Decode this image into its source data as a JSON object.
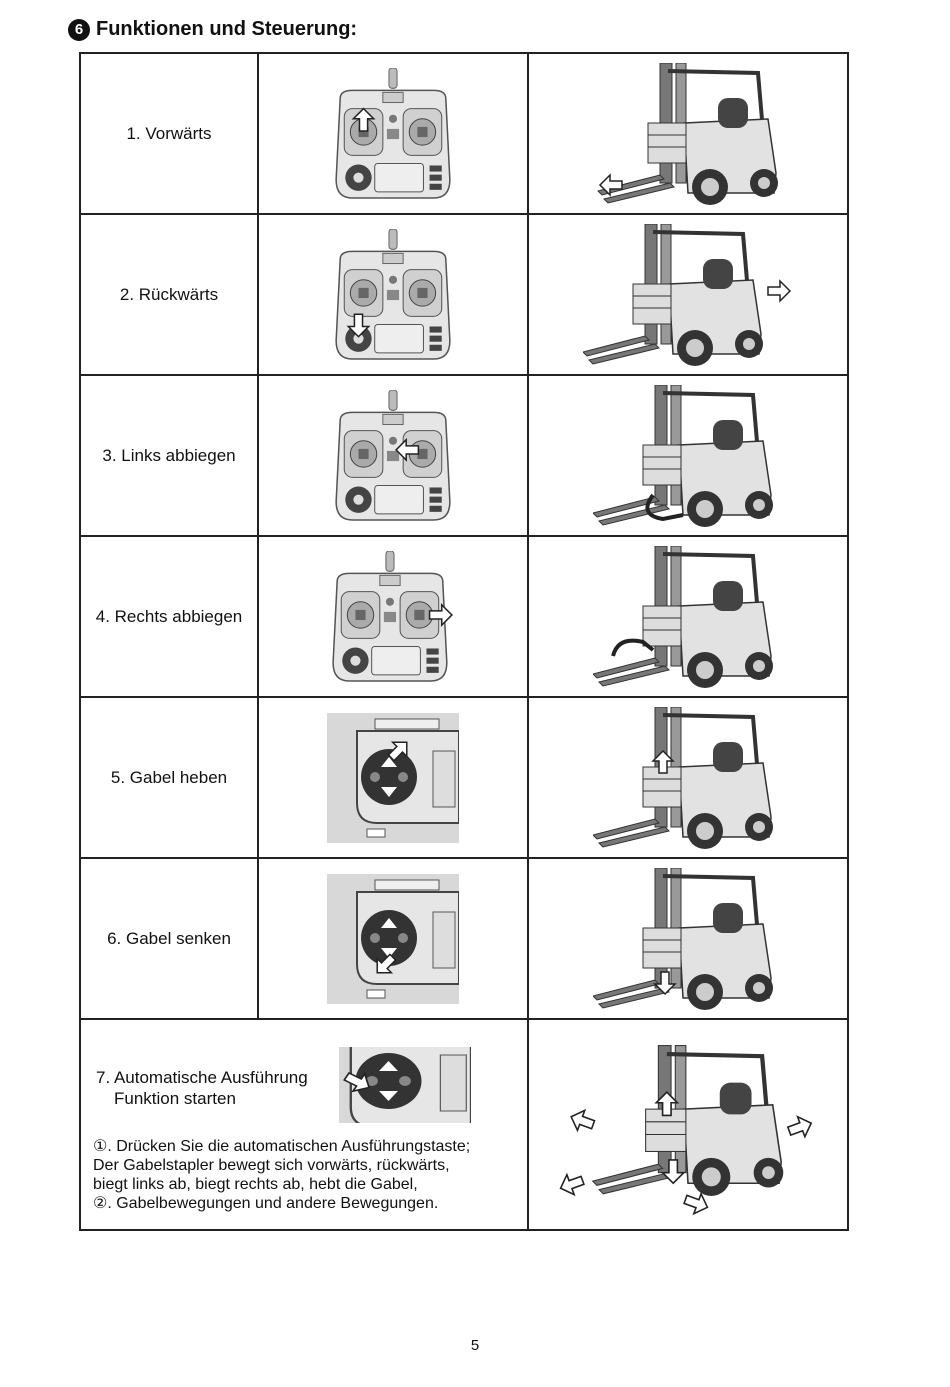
{
  "section": {
    "number": "6",
    "title": "Funktionen und Steuerung:"
  },
  "rows": [
    {
      "label": "1. Vorwärts",
      "remote_arrow": "up-icon",
      "forklift_arrow": "left-icon"
    },
    {
      "label": "2. Rückwärts",
      "remote_arrow": "down-icon",
      "forklift_arrow": "right-icon"
    },
    {
      "label": "3. Links abbiegen",
      "remote_arrow": "left-icon",
      "forklift_arrow": "turn-left-icon"
    },
    {
      "label": "4. Rechts abbiegen",
      "remote_arrow": "right-icon",
      "forklift_arrow": "turn-right-icon"
    },
    {
      "label": "5. Gabel heben",
      "remote_arrow": "pad-up-icon",
      "forklift_arrow": "up-icon"
    },
    {
      "label": "6. Gabel senken",
      "remote_arrow": "pad-down-icon",
      "forklift_arrow": "down-icon"
    }
  ],
  "auto": {
    "title_line1": "7. Automatische Ausführung",
    "title_line2": "Funktion starten",
    "desc_line1": "①. Drücken Sie die automatischen Ausführungstaste;",
    "desc_line2": "Der Gabelstapler bewegt sich vorwärts, rückwärts,",
    "desc_line3": "biegt links ab, biegt rechts ab, hebt die Gabel,",
    "desc_line4": "②. Gabelbewegungen und andere Bewegungen."
  },
  "page_number": "5"
}
